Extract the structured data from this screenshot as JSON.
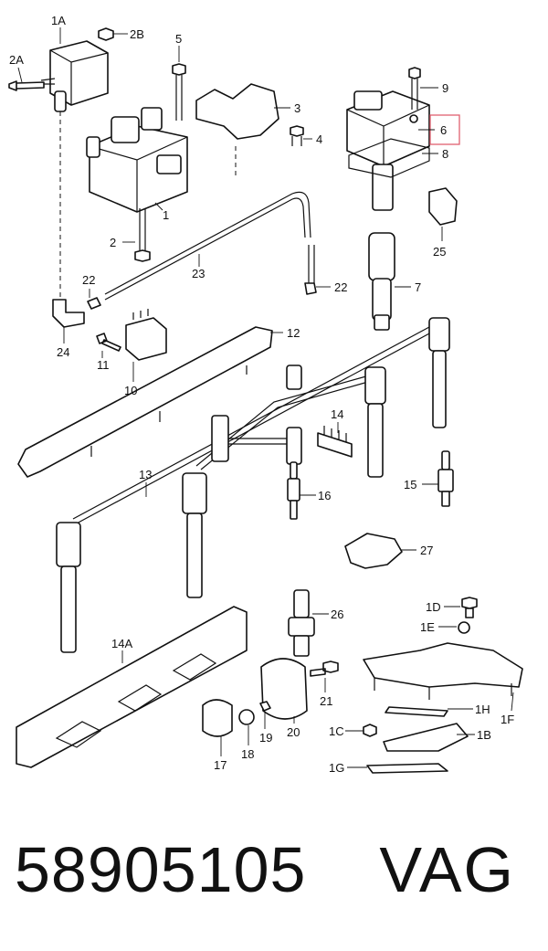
{
  "callouts": [
    {
      "id": "1A",
      "text": "1A"
    },
    {
      "id": "2B",
      "text": "2B"
    },
    {
      "id": "2A",
      "text": "2A"
    },
    {
      "id": "5",
      "text": "5"
    },
    {
      "id": "9",
      "text": "9"
    },
    {
      "id": "3",
      "text": "3"
    },
    {
      "id": "4",
      "text": "4"
    },
    {
      "id": "6",
      "text": "6"
    },
    {
      "id": "8",
      "text": "8"
    },
    {
      "id": "1",
      "text": "1"
    },
    {
      "id": "2",
      "text": "2"
    },
    {
      "id": "25",
      "text": "25"
    },
    {
      "id": "23",
      "text": "23"
    },
    {
      "id": "22a",
      "text": "22"
    },
    {
      "id": "22b",
      "text": "22"
    },
    {
      "id": "7",
      "text": "7"
    },
    {
      "id": "24",
      "text": "24"
    },
    {
      "id": "12",
      "text": "12"
    },
    {
      "id": "11",
      "text": "11"
    },
    {
      "id": "10",
      "text": "10"
    },
    {
      "id": "14",
      "text": "14"
    },
    {
      "id": "13",
      "text": "13"
    },
    {
      "id": "15",
      "text": "15"
    },
    {
      "id": "16",
      "text": "16"
    },
    {
      "id": "27",
      "text": "27"
    },
    {
      "id": "26",
      "text": "26"
    },
    {
      "id": "1D",
      "text": "1D"
    },
    {
      "id": "14A",
      "text": "14A"
    },
    {
      "id": "1E",
      "text": "1E"
    },
    {
      "id": "21",
      "text": "21"
    },
    {
      "id": "1H",
      "text": "1H"
    },
    {
      "id": "1F",
      "text": "1F"
    },
    {
      "id": "20",
      "text": "20"
    },
    {
      "id": "19",
      "text": "19"
    },
    {
      "id": "1C",
      "text": "1C"
    },
    {
      "id": "1B",
      "text": "1B"
    },
    {
      "id": "17",
      "text": "17"
    },
    {
      "id": "18",
      "text": "18"
    },
    {
      "id": "1G",
      "text": "1G"
    }
  ],
  "highlight_color": "#e06070",
  "footer": {
    "part_number": "58905105",
    "brand": "VAG"
  }
}
